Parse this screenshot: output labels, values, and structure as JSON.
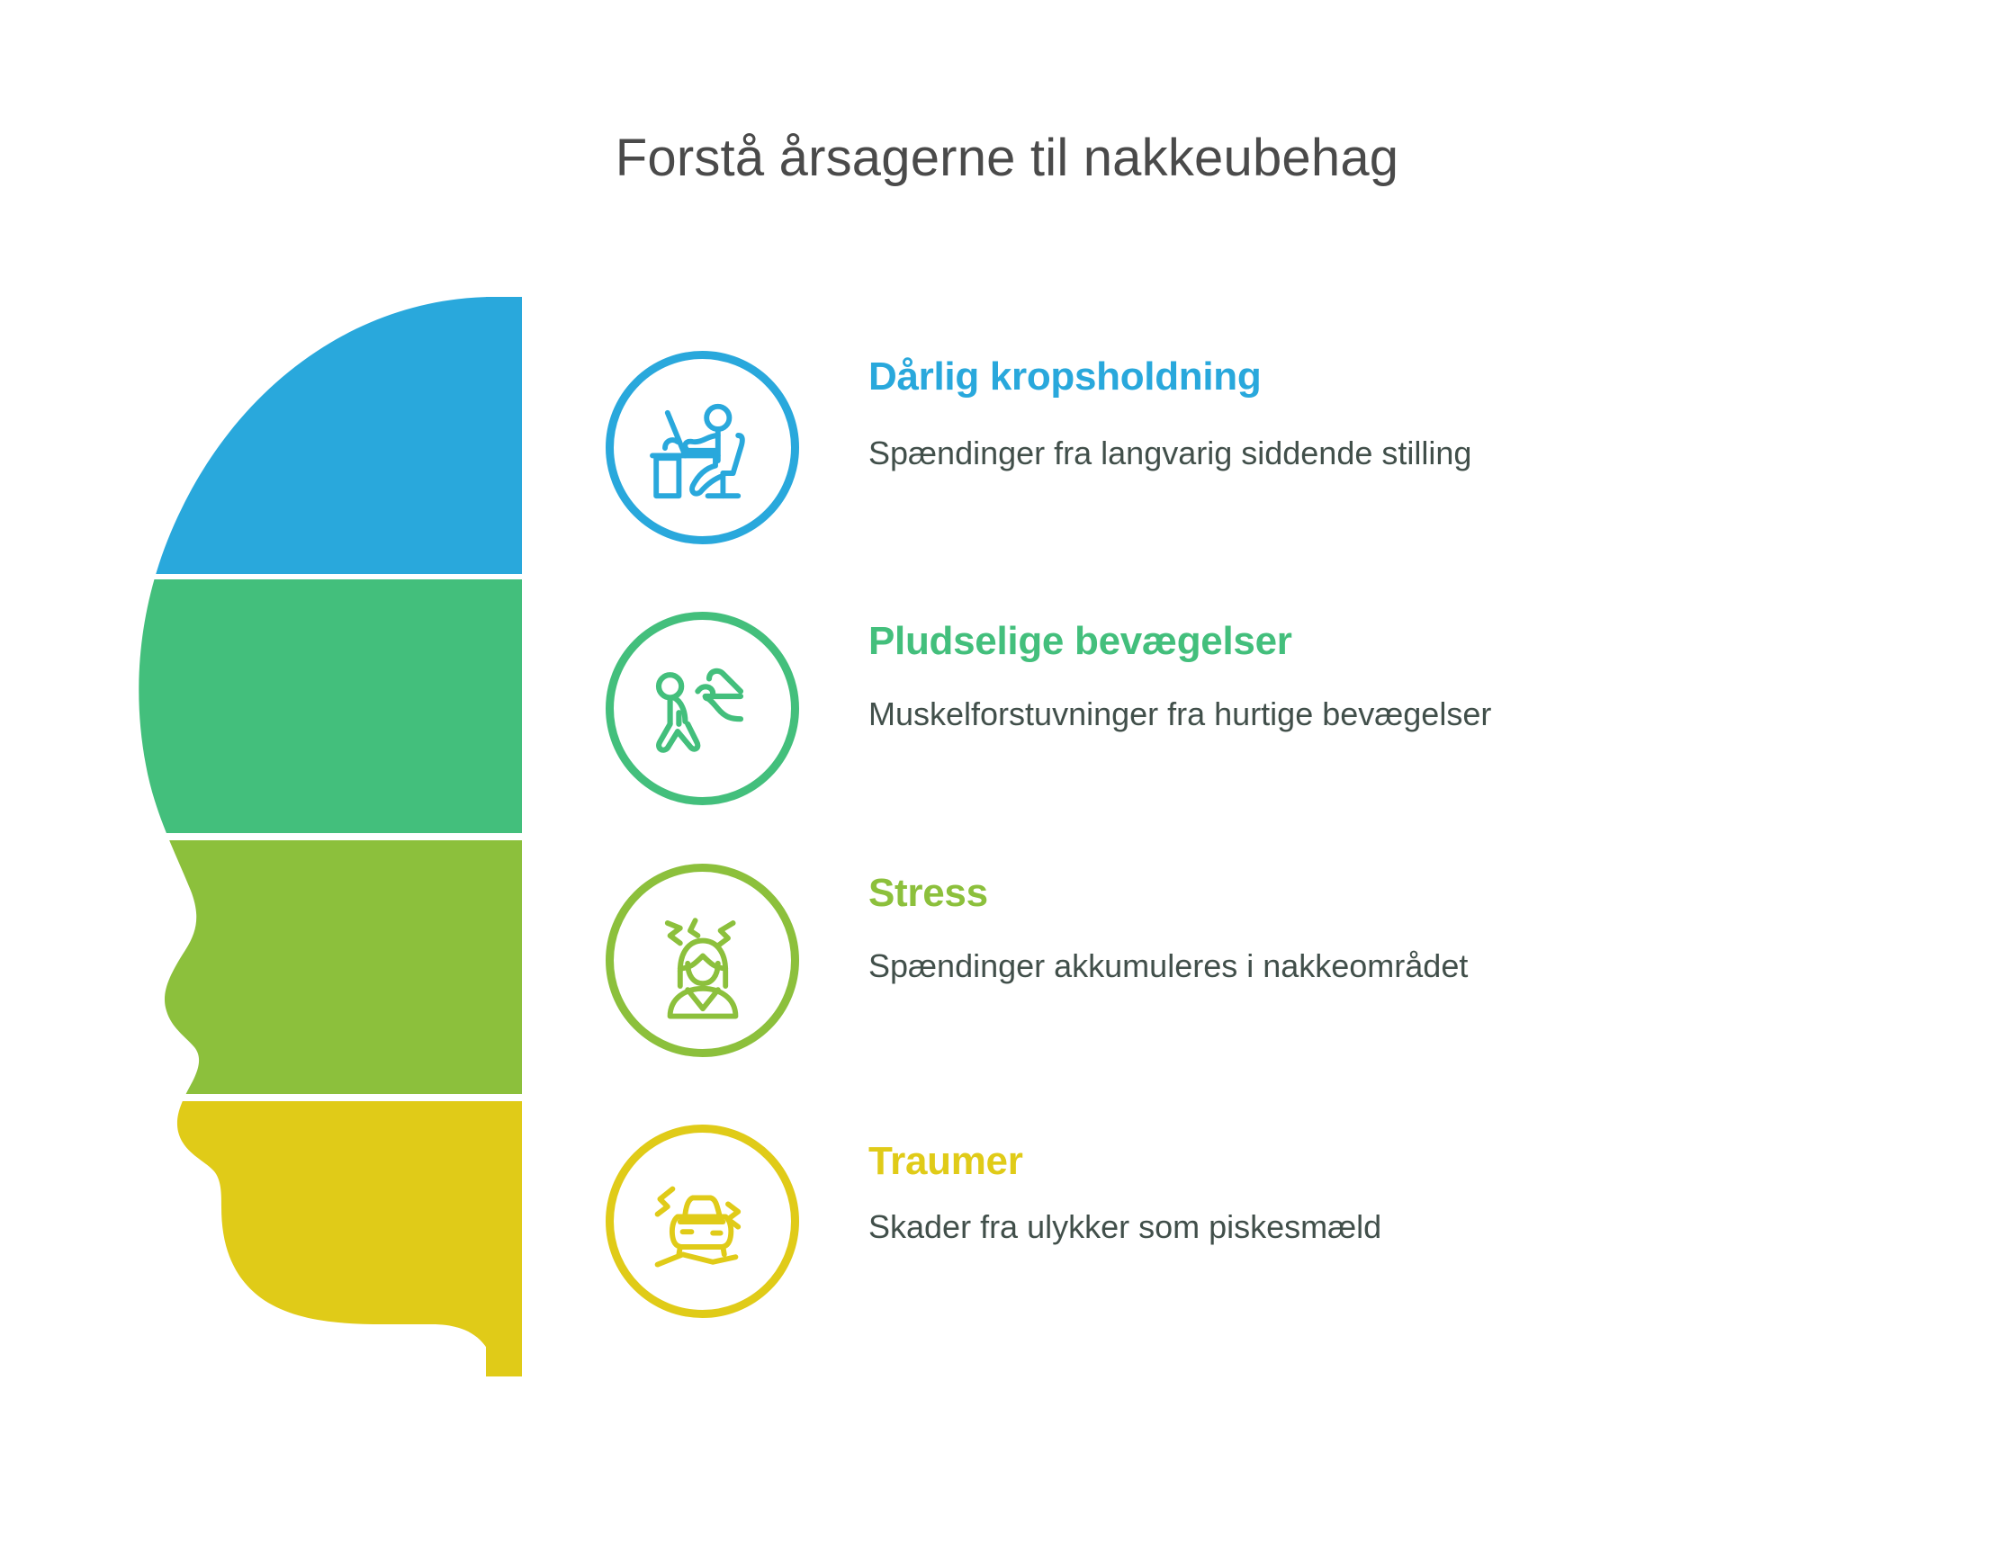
{
  "title": "Forstå årsagerne til nakkeubehag",
  "colors": {
    "blue": "#29a8dc",
    "green": "#43bf7c",
    "olive": "#8cc03c",
    "yellow": "#e0cb18",
    "title_text": "#4a4a4a",
    "body_text": "#414f4a",
    "background": "#ffffff"
  },
  "items": [
    {
      "heading": "Dårlig kropsholdning",
      "description": "Spændinger fra langvarig siddende stilling",
      "color": "#29a8dc",
      "icon": "person-at-desk-icon"
    },
    {
      "heading": "Pludselige bevægelser",
      "description": "Muskelforstuvninger fra hurtige bevægelser",
      "color": "#43bf7c",
      "icon": "person-walking-motion-icon"
    },
    {
      "heading": "Stress",
      "description": "Spændinger akkumuleres i nakkeområdet",
      "color": "#8cc03c",
      "icon": "stressed-person-icon"
    },
    {
      "heading": "Traumer",
      "description": "Skader fra ulykker som piskesmæld",
      "color": "#e0cb18",
      "icon": "car-crash-icon"
    }
  ],
  "head_graphic": {
    "name": "head-profile-silhouette",
    "bands": [
      "blue",
      "green",
      "olive",
      "yellow"
    ]
  }
}
